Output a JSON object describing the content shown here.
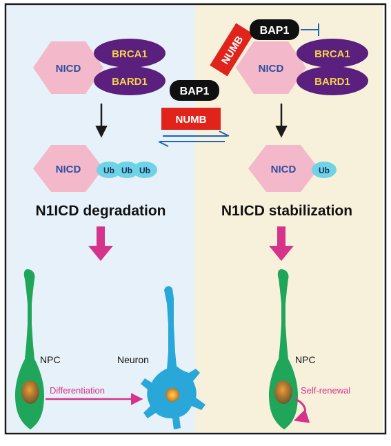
{
  "left_panel": {
    "top": {
      "hexagon": "NICD",
      "brca1": "BRCA1",
      "bard1": "BARD1"
    },
    "bottom": {
      "hexagon": "NICD",
      "ub": [
        "Ub",
        "Ub",
        "Ub"
      ]
    },
    "title": "N1ICD degradation",
    "npc_label": "NPC",
    "neuron_label": "Neuron",
    "process_label": "Differentiation"
  },
  "right_panel": {
    "top": {
      "bap1": "BAP1",
      "numb": "NUMB",
      "hexagon": "NICD",
      "brca1": "BRCA1",
      "bard1": "BARD1"
    },
    "bottom": {
      "hexagon": "NICD",
      "ub": "Ub"
    },
    "title": "N1ICD stabilization",
    "npc_label": "NPC",
    "process_label": "Self-renewal"
  },
  "center": {
    "bap1": "BAP1",
    "numb": "NUMB"
  },
  "colors": {
    "left_bg": "#e6f1f9",
    "right_bg": "#f7f1dc",
    "nicd_hexagon": "#f3b8c9",
    "brca_bard": "#5b1f7e",
    "brca_bard_text": "#f4d34a",
    "ub": "#6fd3e6",
    "bap1": "#101010",
    "numb": "#e0241c",
    "arrow_pink": "#d6338a",
    "npc_green": "#1fa65a",
    "neuron_blue": "#2aa7d9",
    "nucleus": "#9b6b2f",
    "inhibit_blue": "#1c63b8"
  }
}
